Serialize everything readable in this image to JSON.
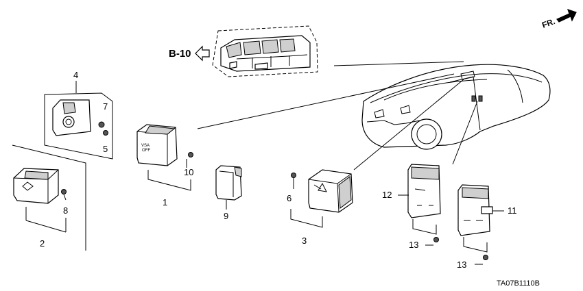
{
  "diagram": {
    "callouts": {
      "c1": "1",
      "c2": "2",
      "c3": "3",
      "c4": "4",
      "c5": "5",
      "c6": "6",
      "c7": "7",
      "c8": "8",
      "c9": "9",
      "c10": "10",
      "c11": "11",
      "c12": "12",
      "c13a": "13",
      "c13b": "13"
    },
    "reference": "B-10",
    "direction": "FR.",
    "diagram_code": "TA07B1110B",
    "switch_labels": {
      "vsa_line1": "VSA",
      "vsa_line2": "OFF"
    }
  }
}
